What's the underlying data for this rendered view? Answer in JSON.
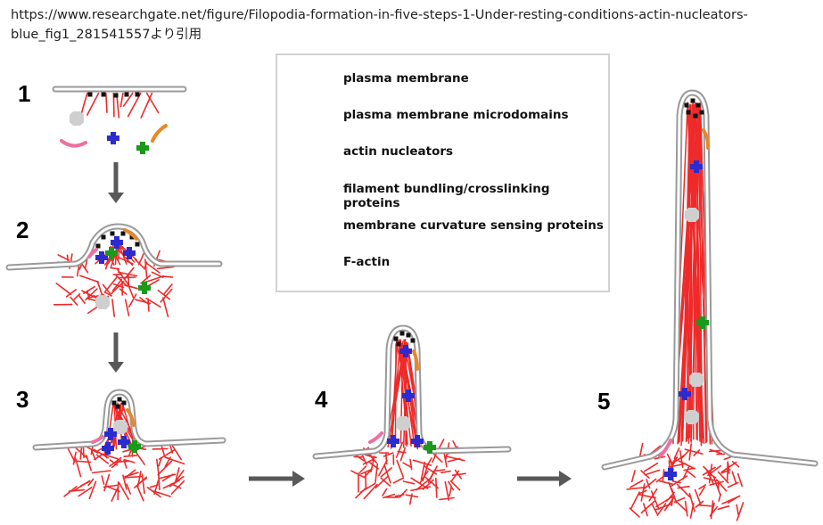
{
  "source": {
    "line1": "https://www.researchgate.net/figure/Filopodia-formation-in-five-steps-1-Under-resting-conditions-actin-nucleators-",
    "line2": "blue_fig1_281541557より引用"
  },
  "steps": [
    "1",
    "2",
    "3",
    "4",
    "5"
  ],
  "legend": {
    "items": [
      {
        "label": "plasma membrane",
        "icon": "membrane-icon"
      },
      {
        "label": "plasma membrane microdomains",
        "icon": "microdomain-icon"
      },
      {
        "label": "actin nucleators",
        "icon": "nucleator-icon"
      },
      {
        "label": "filament bundling/crosslinking proteins",
        "icon": "bundler-icon"
      },
      {
        "label": "membrane curvature sensing proteins",
        "icon": "curvature-icon"
      },
      {
        "label": "F-actin",
        "icon": "actin-icon"
      }
    ]
  },
  "colors": {
    "membrane": "#9a9a9a",
    "microdomain": "#111111",
    "nucleator_blue": "#2b2bd0",
    "nucleator_green": "#1a9a1a",
    "bundler": "#cfcfcf",
    "curvature_pink": "#ee6fa0",
    "curvature_orange": "#e8872a",
    "actin": "#ee2a2a",
    "arrow": "#595959"
  }
}
